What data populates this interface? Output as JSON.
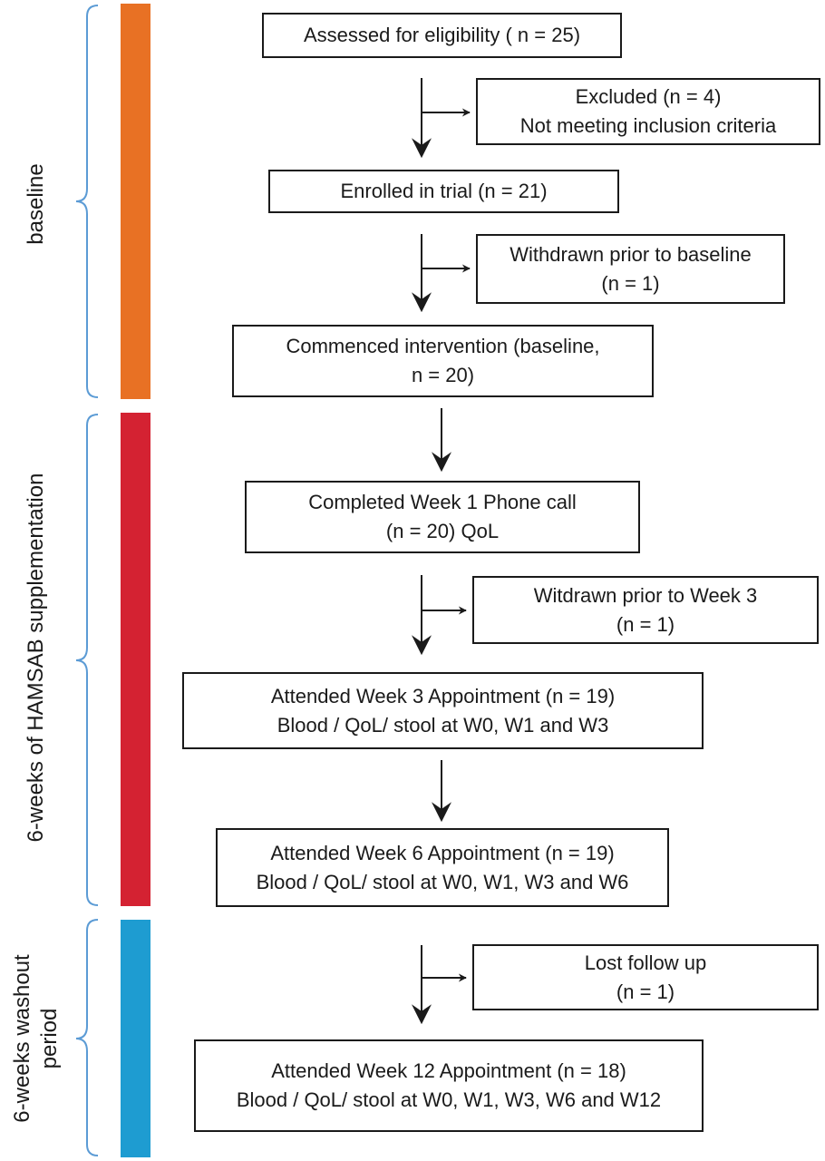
{
  "colors": {
    "baseline_bar": "#E87124",
    "supplementation_bar": "#D42232",
    "washout_bar": "#1E9CD1",
    "bracket": "#5B9BD5",
    "arrow": "#1a1a1a"
  },
  "phases": {
    "baseline": {
      "label": "baseline"
    },
    "supplementation": {
      "label": "6-weeks of HAMSAB supplementation"
    },
    "washout": {
      "line1": "6-weeks washout",
      "line2": "period"
    }
  },
  "boxes": {
    "assessed": {
      "line1": "Assessed for eligibility ( n = 25)"
    },
    "excluded": {
      "line1": "Excluded (n = 4)",
      "line2": "Not meeting inclusion criteria"
    },
    "enrolled": {
      "line1": "Enrolled in trial (n = 21)"
    },
    "withdrawn_baseline": {
      "line1": "Withdrawn prior to baseline",
      "line2": "(n = 1)"
    },
    "commenced": {
      "line1": "Commenced intervention (baseline,",
      "line2": "n = 20)"
    },
    "week1": {
      "line1": "Completed Week 1 Phone call",
      "line2": "(n = 20) QoL"
    },
    "withdrawn_week3": {
      "line1": "Witdrawn prior to Week 3",
      "line2": "(n = 1)"
    },
    "week3": {
      "line1": "Attended Week 3 Appointment (n = 19)",
      "line2": "Blood / QoL/ stool at W0, W1 and W3"
    },
    "week6": {
      "line1": "Attended Week 6 Appointment (n = 19)",
      "line2": "Blood / QoL/ stool at W0, W1, W3 and W6"
    },
    "lost": {
      "line1": "Lost follow up",
      "line2": "(n = 1)"
    },
    "week12": {
      "line1": "Attended Week 12 Appointment (n = 18)",
      "line2": "Blood / QoL/ stool at W0, W1, W3, W6 and W12"
    }
  }
}
